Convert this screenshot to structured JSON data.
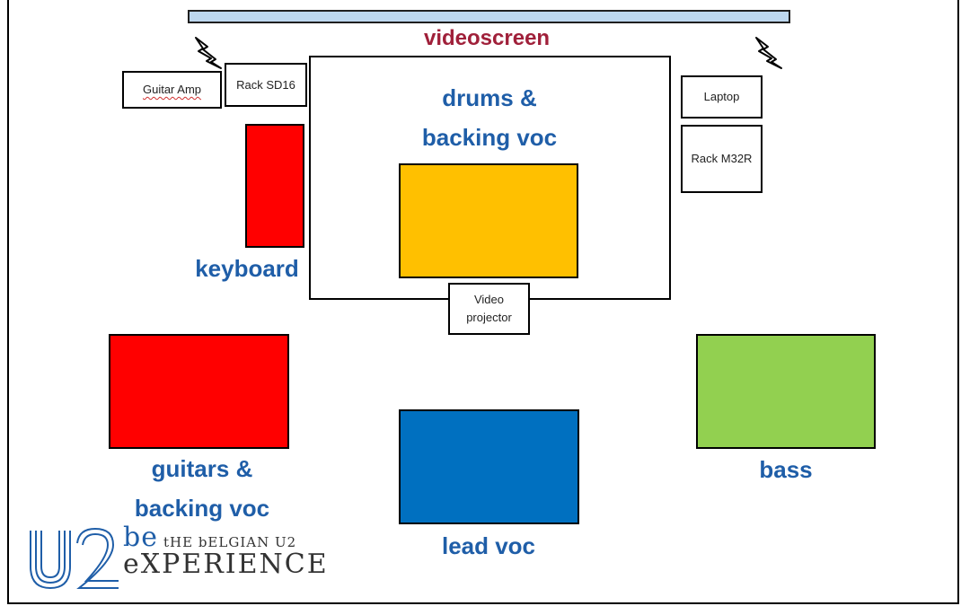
{
  "stage": {
    "videoscreen_label": "videoscreen",
    "boxes": {
      "guitar_amp": "Guitar Amp",
      "rack_sd16": "Rack SD16",
      "laptop": "Laptop",
      "rack_m32r": "Rack M32R",
      "video_projector_line1": "Video",
      "video_projector_line2": "projector"
    },
    "positions": {
      "drums_line1": "drums &",
      "drums_line2": "backing voc",
      "keyboard": "keyboard",
      "guitars_line1": "guitars &",
      "guitars_line2": "backing voc",
      "lead": "lead voc",
      "bass": "bass"
    },
    "colors": {
      "red": "#ff0000",
      "orange": "#ffc000",
      "blue": "#0070c0",
      "green": "#92d050",
      "label_blue": "#1f5ea8",
      "title_red": "#a0203a",
      "screen": "#bdd7ee"
    },
    "icons": [
      "lightning-bolt-icon",
      "lightning-bolt-icon",
      "lightning-bolt-icon",
      "lightning-bolt-icon"
    ]
  },
  "logo": {
    "mark": "U2",
    "be": "be",
    "tagline": "tHE bELGIAN U2",
    "experience": "eXPERIENCE"
  }
}
